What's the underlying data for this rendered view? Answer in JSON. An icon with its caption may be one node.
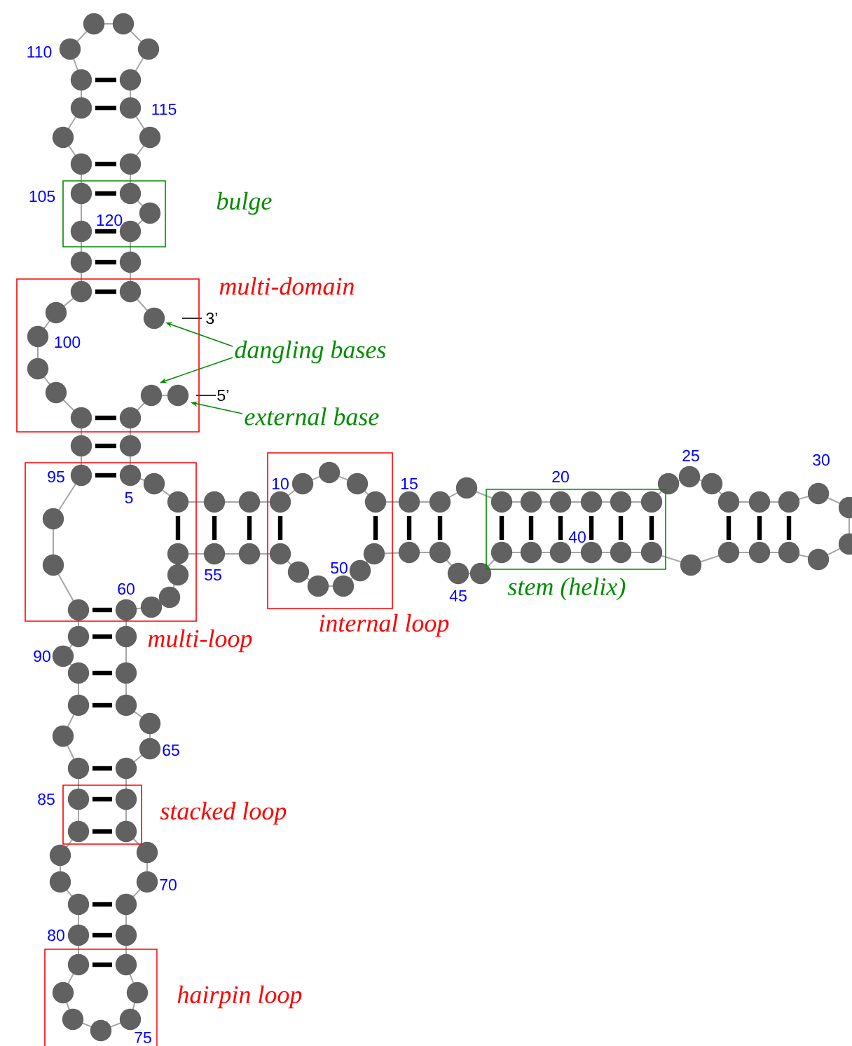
{
  "diagram": {
    "nodes": [
      {
        "text": [
          "bulge"
        ]
      },
      {
        "text": [
          "multi-domain"
        ]
      },
      {
        "text": [
          "dangling bases"
        ]
      },
      {
        "text": [
          "external base"
        ]
      },
      {
        "text": [
          "multi-loop"
        ]
      },
      {
        "text": [
          "internal loop"
        ]
      },
      {
        "text": [
          "stem (helix)"
        ]
      },
      {
        "text": [
          "stacked loop"
        ]
      },
      {
        "text": [
          "hairpin loop"
        ]
      }
    ],
    "edges": [
      {
        "from": 2,
        "to": 1,
        "arrow": "to"
      },
      {
        "from": 2,
        "to": 1,
        "arrow": "to"
      },
      {
        "from": 3,
        "to": 1,
        "arrow": "to"
      }
    ],
    "labels": [
      "110",
      "115",
      "105",
      "120",
      "3’",
      "100",
      "5’",
      "95",
      "5",
      "10",
      "15",
      "20",
      "25",
      "30",
      "40",
      "45",
      "50",
      "55",
      "60",
      "90",
      "65",
      "85",
      "70",
      "80",
      "75"
    ]
  }
}
